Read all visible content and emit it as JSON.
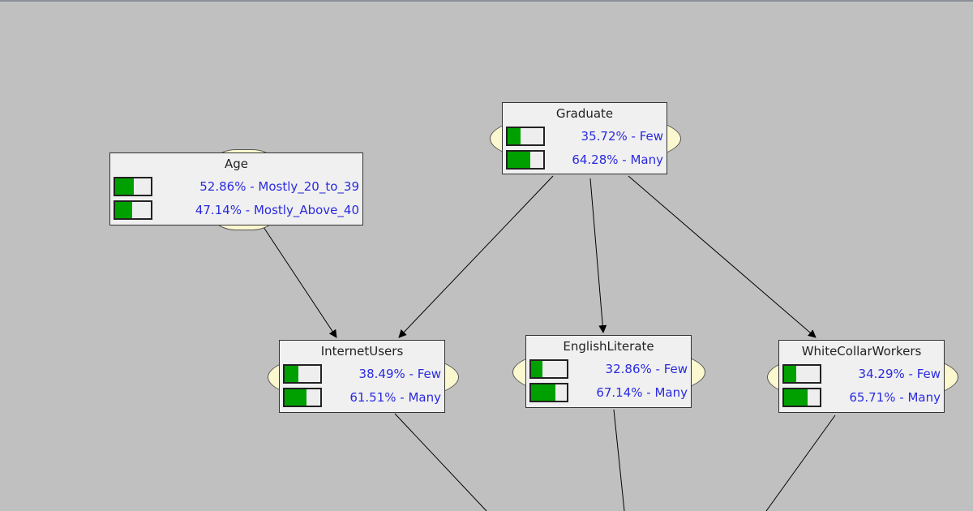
{
  "colors": {
    "background": "#c0c0c0",
    "bar_fill": "#00a000",
    "label": "#2a2ae0"
  },
  "nodes": [
    {
      "id": "age",
      "title": "Age",
      "states": [
        {
          "pct": 52.86,
          "label": "52.86% - Mostly_20_to_39"
        },
        {
          "pct": 47.14,
          "label": "47.14% - Mostly_Above_40"
        }
      ]
    },
    {
      "id": "graduate",
      "title": "Graduate",
      "states": [
        {
          "pct": 35.72,
          "label": "35.72% - Few"
        },
        {
          "pct": 64.28,
          "label": "64.28% - Many"
        }
      ]
    },
    {
      "id": "internet",
      "title": "InternetUsers",
      "states": [
        {
          "pct": 38.49,
          "label": "38.49% - Few"
        },
        {
          "pct": 61.51,
          "label": "61.51% - Many"
        }
      ]
    },
    {
      "id": "english",
      "title": "EnglishLiterate",
      "states": [
        {
          "pct": 32.86,
          "label": "32.86% - Few"
        },
        {
          "pct": 67.14,
          "label": "67.14% - Many"
        }
      ]
    },
    {
      "id": "whitecollar",
      "title": "WhiteCollarWorkers",
      "states": [
        {
          "pct": 34.29,
          "label": "34.29% - Few"
        },
        {
          "pct": 65.71,
          "label": "65.71% - Many"
        }
      ]
    }
  ]
}
